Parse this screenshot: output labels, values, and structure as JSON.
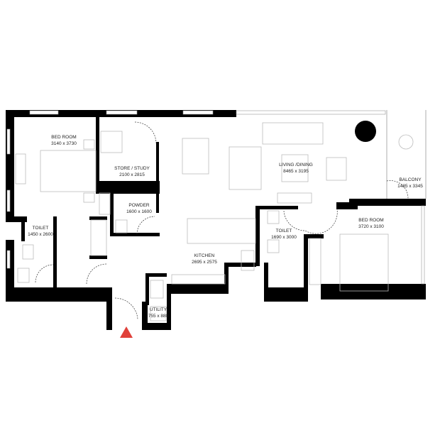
{
  "plan": {
    "rooms": [
      {
        "name": "BED ROOM",
        "size": "3140 x 3730"
      },
      {
        "name": "STORE / STUDY",
        "size": "2100 x 2815"
      },
      {
        "name": "LIVING /DINING",
        "size": "8465 x 3195"
      },
      {
        "name": "BALCONY",
        "size": "1485 x 3345"
      },
      {
        "name": "POWDER",
        "size": "1600 x 1600"
      },
      {
        "name": "TOILET",
        "size": "1450 x 2600"
      },
      {
        "name": "KITCHEN",
        "size": "2695 x 2575"
      },
      {
        "name": "TOILET",
        "size": "1690 x 3000"
      },
      {
        "name": "BED ROOM",
        "size": "3720 x 3100"
      },
      {
        "name": "UTILITY",
        "size": "755 x 880"
      }
    ],
    "entrance_marker_color": "#e0413a"
  }
}
